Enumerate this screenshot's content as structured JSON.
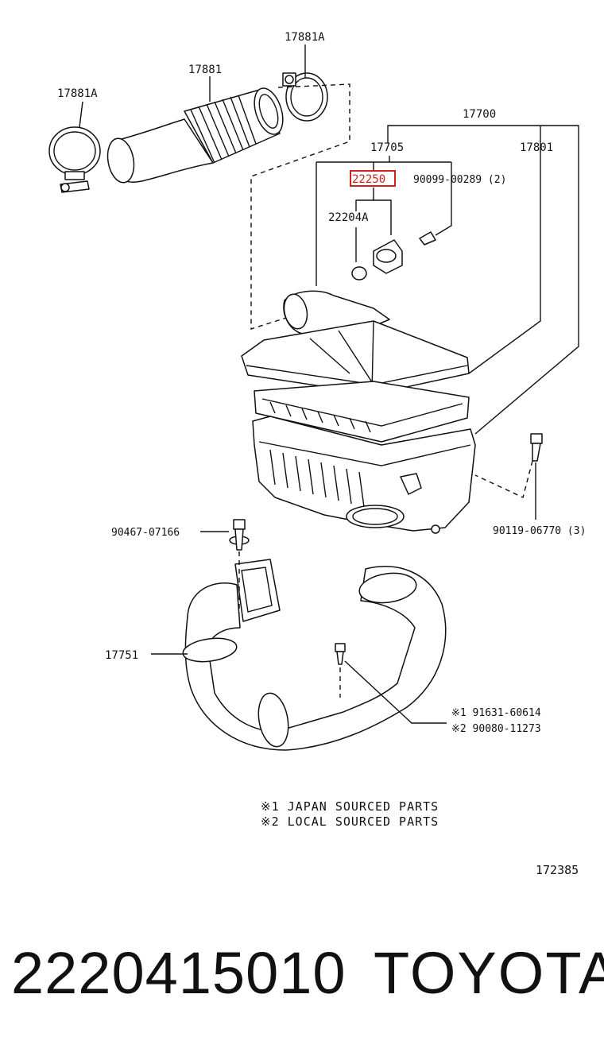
{
  "labels": {
    "clamp_top": "17881A",
    "hose_upper": "17881",
    "clamp_left": "17881A",
    "cleaner_assy": "17700",
    "cap_sub_assy": "17705",
    "element": "17801",
    "meter_highlighted": "22250",
    "screw_meter": "90099-00289 (2)",
    "gasket": "22204A",
    "bolt_left": "90467-07166",
    "bolt_right": "90119-06770 (3)",
    "hose_lower": "17751",
    "clip_note1": "※1  91631-60614",
    "clip_note2": "※2  90080-11273"
  },
  "notes": {
    "line1": "※1  JAPAN SOURCED PARTS",
    "line2": "※2  LOCAL SOURCED PARTS"
  },
  "diagram_number": "172385",
  "footer": {
    "part_number": "2220415010",
    "brand": "TOYOTA"
  },
  "colors": {
    "ink": "#111111",
    "highlight": "#d21f1f",
    "background": "#ffffff"
  }
}
